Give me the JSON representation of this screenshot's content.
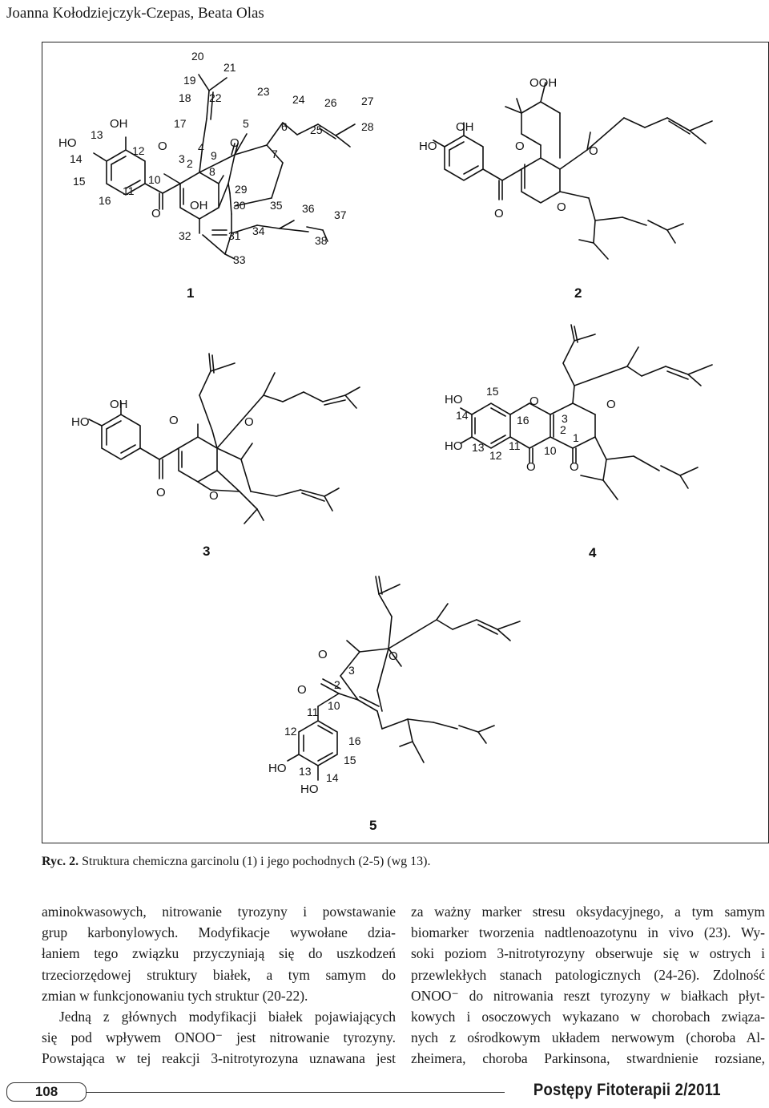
{
  "header": {
    "authors": "Joanna Kołodziejczyk-Czepas, Beata Olas"
  },
  "figure": {
    "labels": {
      "oh": "OH",
      "ho": "HO",
      "o": "O",
      "ooh": "OOH"
    },
    "compounds": [
      "1",
      "2",
      "3",
      "4",
      "5"
    ],
    "atom_numbers_1": [
      "20",
      "21",
      "19",
      "18",
      "22",
      "23",
      "24",
      "26",
      "27",
      "17",
      "5",
      "6",
      "25",
      "28",
      "13",
      "4",
      "9",
      "7",
      "14",
      "12",
      "3",
      "2",
      "8",
      "15",
      "10",
      "29",
      "11",
      "16",
      "30",
      "35",
      "36",
      "37",
      "32",
      "31",
      "34",
      "38",
      "33"
    ],
    "atom_numbers_4": [
      "15",
      "14",
      "16",
      "3",
      "2",
      "1",
      "13",
      "12",
      "11",
      "10"
    ],
    "atom_numbers_5": [
      "3",
      "2",
      "10",
      "11",
      "12",
      "16",
      "15",
      "13",
      "14"
    ]
  },
  "caption": {
    "label": "Ryc. 2.",
    "text": "Struktura chemiczna garcinolu (1) i jego pochodnych (2-5) (wg 13)."
  },
  "body": {
    "left_lines": [
      "aminokwasowych, nitrowanie tyrozyny i powstawanie",
      "grup karbonylowych. Modyfikacje wywołane dzia-",
      "łaniem tego związku przyczyniają się do uszkodzeń",
      "trzeciorzędowej struktury białek, a tym samym do",
      "zmian w funkcjonowaniu tych struktur (20-22).",
      "Jedną z głównych modyfikacji białek pojawiających",
      "się pod wpływem ONOO⁻ jest nitrowanie tyrozyny.",
      "Powstająca w tej reakcji 3-nitrotyrozyna uznawana jest"
    ],
    "right_lines": [
      "za ważny marker stresu oksydacyjnego, a tym samym",
      "biomarker tworzenia nadtlenoazotynu in vivo (23). Wy-",
      "soki poziom 3-nitrotyrozyny obserwuje się w ostrych i",
      "przewlekłych stanach patologicznych (24-26). Zdolność",
      "ONOO⁻ do nitrowania reszt tyrozyny w białkach płyt-",
      "kowych i osoczowych wykazano w chorobach związa-",
      "nych z ośrodkowym układem nerwowym (choroba Al-",
      "zheimera, choroba Parkinsona, stwardnienie rozsiane,"
    ]
  },
  "footer": {
    "page_number": "108",
    "journal": "Postępy Fitoterapii 2/2011"
  }
}
